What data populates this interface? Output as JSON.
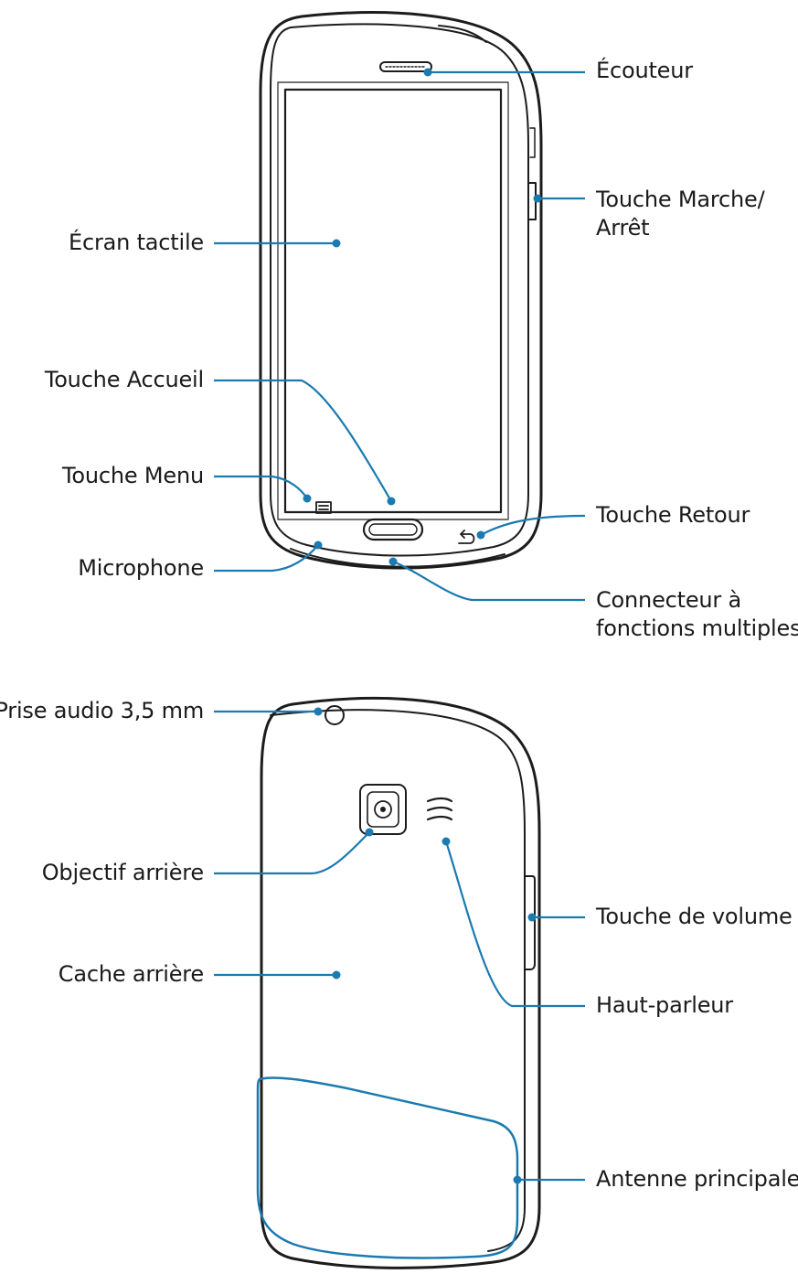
{
  "colors": {
    "outline": "#1c1c1c",
    "leader": "#1b7ab0",
    "dot": "#1b7ab0",
    "background": "#ffffff"
  },
  "front_labels": {
    "ecouteur": "Écouteur",
    "marche_arret_1": "Touche Marche/",
    "marche_arret_2": "Arrêt",
    "ecran": "Écran tactile",
    "accueil": "Touche Accueil",
    "menu": "Touche Menu",
    "retour": "Touche Retour",
    "microphone": "Microphone",
    "connecteur_1": "Connecteur à",
    "connecteur_2": "fonctions multiples"
  },
  "back_labels": {
    "prise_audio": "Prise audio 3,5 mm",
    "objectif": "Objectif arrière",
    "volume": "Touche de volume",
    "cache": "Cache arrière",
    "haut_parleur": "Haut-parleur",
    "antenne": "Antenne principale"
  },
  "icons": [
    "menu-key-icon",
    "back-key-icon",
    "home-key-icon",
    "rear-camera-icon",
    "speaker-grille-icon"
  ]
}
